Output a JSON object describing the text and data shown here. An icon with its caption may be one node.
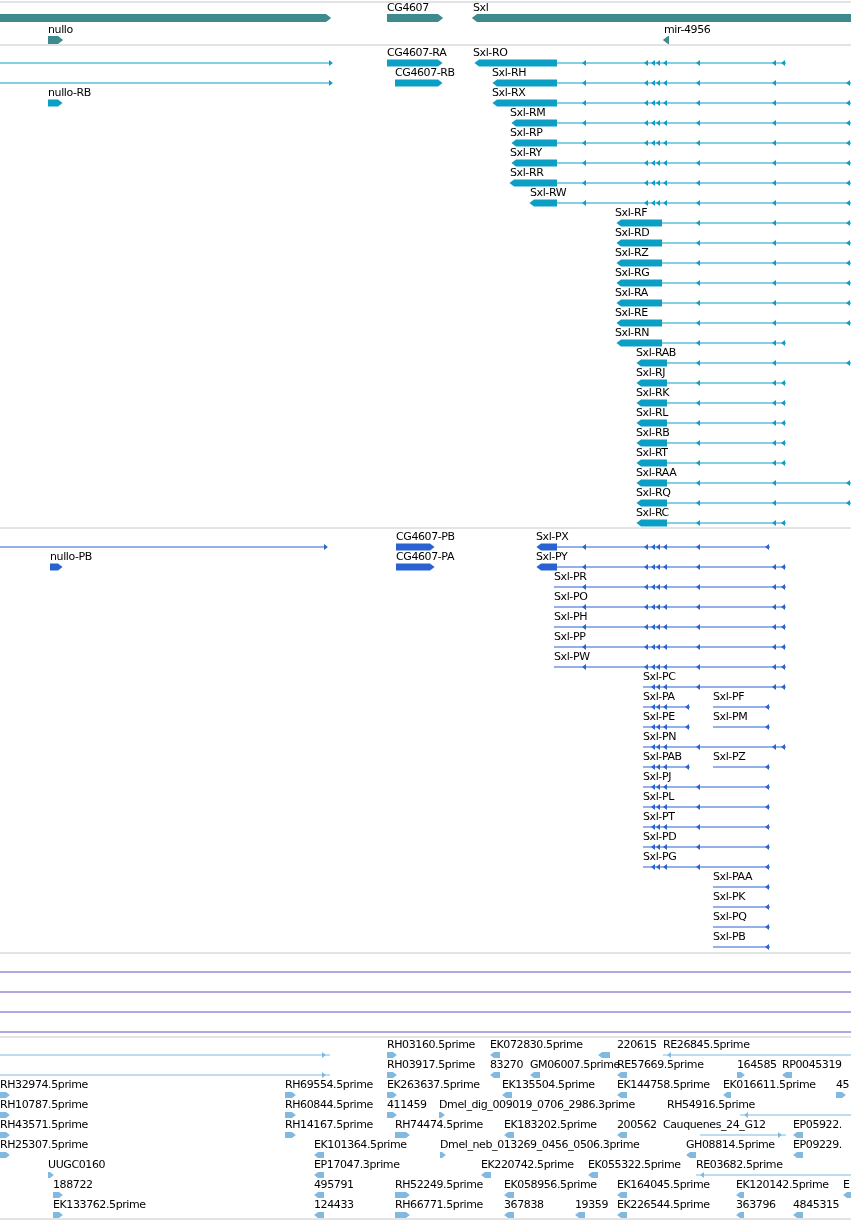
{
  "diagram": {
    "labels": [
      "CG4607",
      "Sxl",
      "nullo",
      "mir-4956",
      "CG4607-RA",
      "Sxl-RO",
      "CG4607-RB",
      "Sxl-RH",
      "nullo-RB",
      "Sxl-RX",
      "Sxl-RM",
      "Sxl-RP",
      "Sxl-RY",
      "Sxl-RR",
      "Sxl-RW",
      "Sxl-RF",
      "Sxl-RD",
      "Sxl-RZ",
      "Sxl-RG",
      "Sxl-RA",
      "Sxl-RE",
      "Sxl-RN",
      "Sxl-RAB",
      "Sxl-RJ",
      "Sxl-RK",
      "Sxl-RL",
      "Sxl-RB",
      "Sxl-RT",
      "Sxl-RAA",
      "Sxl-RQ",
      "Sxl-RC",
      "CG4607-PB",
      "Sxl-PX",
      "nullo-PB",
      "CG4607-PA",
      "Sxl-PY",
      "Sxl-PR",
      "Sxl-PO",
      "Sxl-PH",
      "Sxl-PP",
      "Sxl-PW",
      "Sxl-PC",
      "Sxl-PA",
      "Sxl-PF",
      "Sxl-PE",
      "Sxl-PM",
      "Sxl-PN",
      "Sxl-PAB",
      "Sxl-PZ",
      "Sxl-PJ",
      "Sxl-PL",
      "Sxl-PT",
      "Sxl-PD",
      "Sxl-PG",
      "Sxl-PAA",
      "Sxl-PK",
      "Sxl-PQ",
      "Sxl-PB",
      "RH03160.5prime",
      "EK072830.5prime",
      "220615",
      "RE26845.5prime",
      "RH03917.5prime",
      "83270",
      "GM06007.5prime",
      "RE57669.5prime",
      "164585",
      "RP0045319",
      "RH32974.5prime",
      "RH69554.5prime",
      "EK263637.5prime",
      "EK135504.5prime",
      "EK144758.5prime",
      "EK016611.5prime",
      "45",
      "RH10787.5prime",
      "RH60844.5prime",
      "411459",
      "Dmel_dig_009019_0706_2986.3prime",
      "RH54916.5prime",
      "RH43571.5prime",
      "RH14167.5prime",
      "RH74474.5prime",
      "EK183202.5prime",
      "200562",
      "Cauquenes_24_G12",
      "EP05922.",
      "RH25307.5prime",
      "EK101364.5prime",
      "Dmel_neb_013269_0456_0506.3prime",
      "GH08814.5prime",
      "EP09229.",
      "UUGC0160",
      "EP17047.3prime",
      "EK220742.5prime",
      "EK055322.5prime",
      "RE03682.5prime",
      "188722",
      "495791",
      "RH52249.5prime",
      "EK058956.5prime",
      "EK164045.5prime",
      "EK120142.5prime",
      "E",
      "EK133762.5prime",
      "124433",
      "RH66771.5prime",
      "367838",
      "19359",
      "EK226544.5prime",
      "363796",
      "4845315"
    ]
  }
}
